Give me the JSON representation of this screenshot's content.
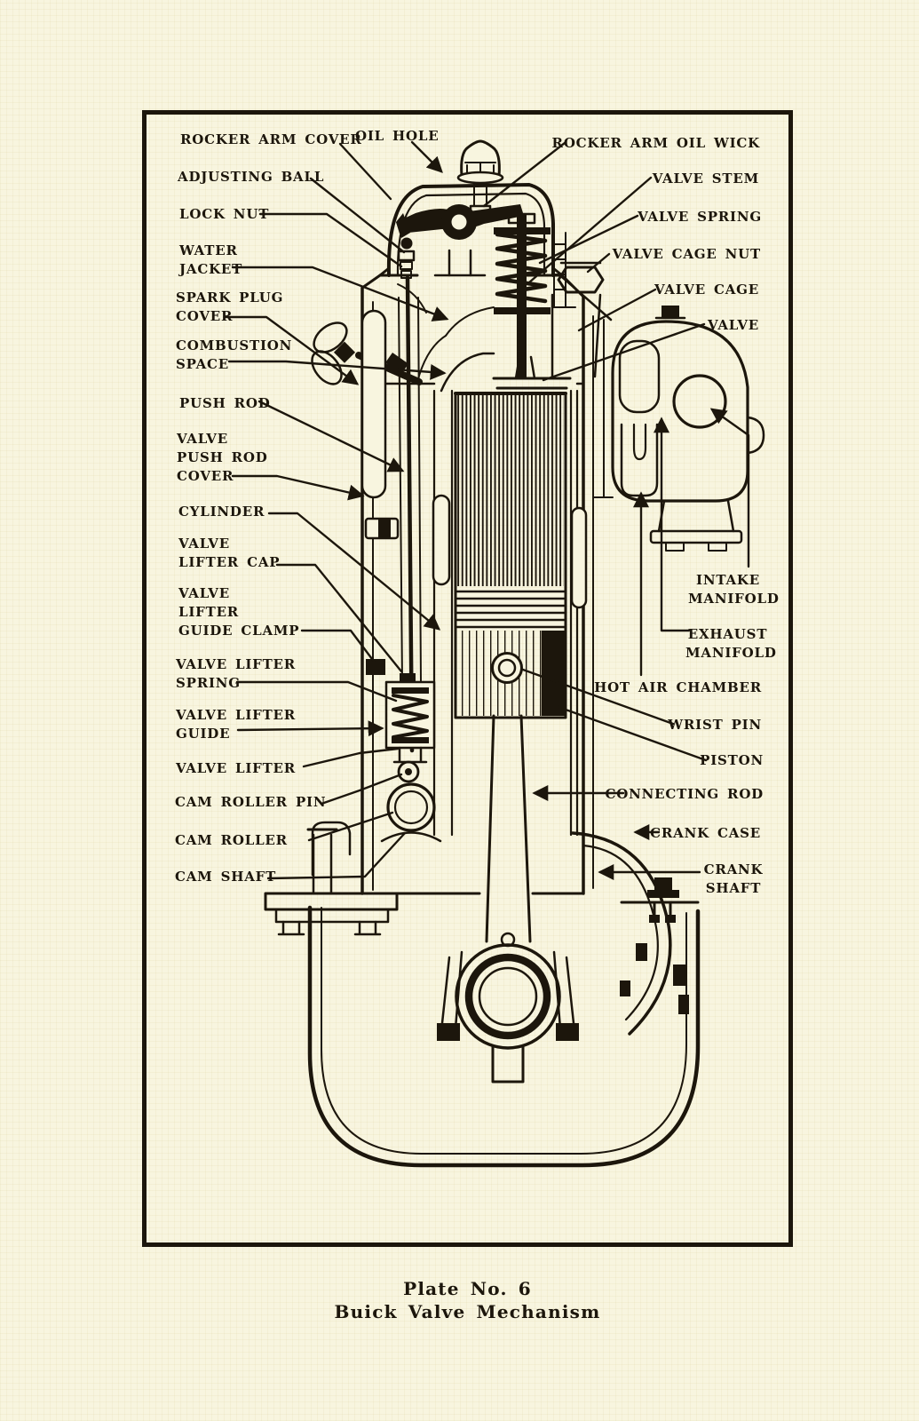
{
  "page": {
    "paper_color": "#f8f5df",
    "ink_color": "#1c160c"
  },
  "caption": {
    "line1": "Plate No. 6",
    "line2": "Buick Valve Mechanism"
  },
  "labels": {
    "rocker_arm_cover": "ROCKER ARM COVER",
    "oil_hole": "OIL HOLE",
    "adjusting_ball": "ADJUSTING BALL",
    "lock_nut": "LOCK NUT",
    "water_jacket": "WATER\nJACKET",
    "spark_plug_cover": "SPARK PLUG\nCOVER",
    "combustion_space": "COMBUSTION\nSPACE",
    "push_rod": "PUSH ROD",
    "valve_push_rod_cover": "VALVE\nPUSH ROD\nCOVER",
    "cylinder": "CYLINDER",
    "valve_lifter_cap": "VALVE\nLIFTER CAP",
    "valve_lifter_guide_clamp": "VALVE\nLIFTER\nGUIDE CLAMP",
    "valve_lifter_spring": "VALVE LIFTER\nSPRING",
    "valve_lifter_guide": "VALVE LIFTER\nGUIDE",
    "valve_lifter": "VALVE LIFTER",
    "cam_roller_pin": "CAM ROLLER PIN",
    "cam_roller": "CAM ROLLER",
    "cam_shaft": "CAM SHAFT",
    "rocker_arm_oil_wick": "ROCKER ARM OIL WICK",
    "valve_stem": "VALVE STEM",
    "valve_spring": "VALVE SPRING",
    "valve_cage_nut": "VALVE CAGE NUT",
    "valve_cage": "VALVE CAGE",
    "valve": "VALVE",
    "intake_manifold": "INTAKE\nMANIFOLD",
    "exhaust_manifold": "EXHAUST\nMANIFOLD",
    "hot_air_chamber": "HOT AIR CHAMBER",
    "wrist_pin": "WRIST PIN",
    "piston": "PISTON",
    "connecting_rod": "CONNECTING ROD",
    "crank_case": "CRANK CASE",
    "crank_shaft": "CRANK\nSHAFT"
  }
}
